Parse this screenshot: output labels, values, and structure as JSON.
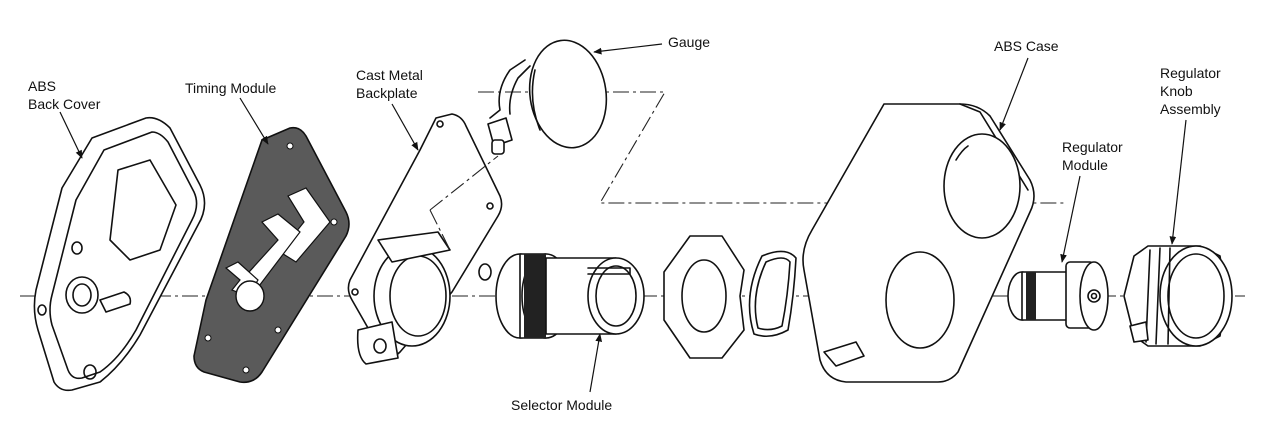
{
  "labels": {
    "abs_back_cover": "ABS\nBack Cover",
    "timing_module": "Timing Module",
    "cast_metal_backplate": "Cast Metal\nBackplate",
    "gauge": "Gauge",
    "selector_module": "Selector Module",
    "abs_case": "ABS Case",
    "regulator_module": "Regulator\nModule",
    "regulator_knob_assembly": "Regulator\nKnob\nAssembly"
  },
  "colors": {
    "line": "#111111",
    "timing_module_fill": "#5a5a5a",
    "background": "#ffffff"
  }
}
